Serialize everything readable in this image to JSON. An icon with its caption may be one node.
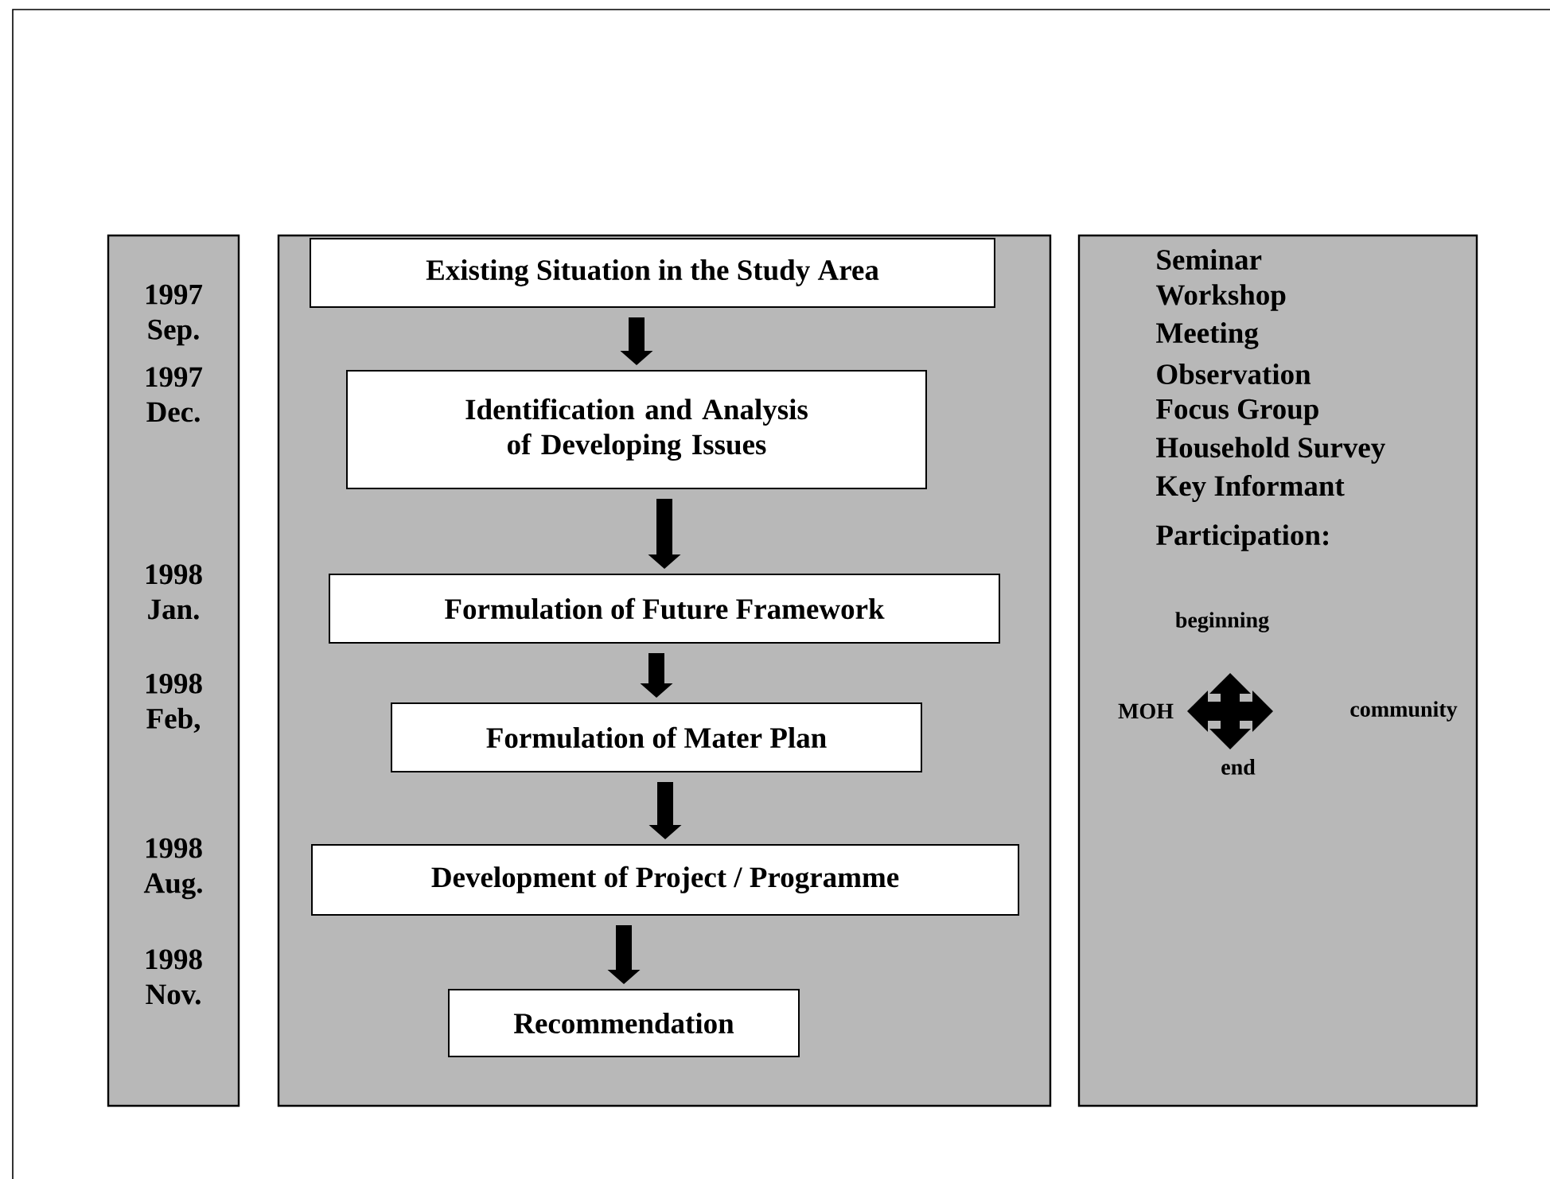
{
  "diagram": {
    "nodes": [
      {
        "text": [
          "1997 Sep.",
          "1997 Dec.",
          "1998 Jan.",
          "1998 Feb,",
          "1998 Aug.",
          "1998 Nov."
        ]
      },
      {
        "text": [],
        "shape": "box"
      },
      {
        "text": [
          "Existing Situation in the Study Area"
        ],
        "in": 1
      },
      {
        "text": [
          "Identification and Analysis of Developing Issues"
        ],
        "in": 1
      },
      {
        "text": [
          "Formulation of Future Framework"
        ],
        "in": 1
      },
      {
        "text": [
          "Formulation of Mater Plan"
        ],
        "in": 1
      },
      {
        "text": [
          "Development of Project / Programme"
        ],
        "in": 1
      },
      {
        "text": [
          "Recommendation"
        ],
        "in": 1
      },
      {
        "text": [
          "Seminar",
          "Workshop",
          "Meeting",
          "Observation",
          "Focus Group",
          "Household Survey",
          "Key Informant",
          "Participation:"
        ]
      }
    ],
    "edges": [
      {
        "from": 2,
        "to": 3,
        "arrow": "to"
      },
      {
        "from": 3,
        "to": 4,
        "arrow": "to"
      },
      {
        "from": 4,
        "to": 5,
        "arrow": "to"
      },
      {
        "from": 5,
        "to": 6,
        "arrow": "to"
      },
      {
        "from": 6,
        "to": 7,
        "arrow": "to"
      }
    ],
    "labels": [
      "beginning",
      "MOH",
      "community",
      "end"
    ]
  }
}
